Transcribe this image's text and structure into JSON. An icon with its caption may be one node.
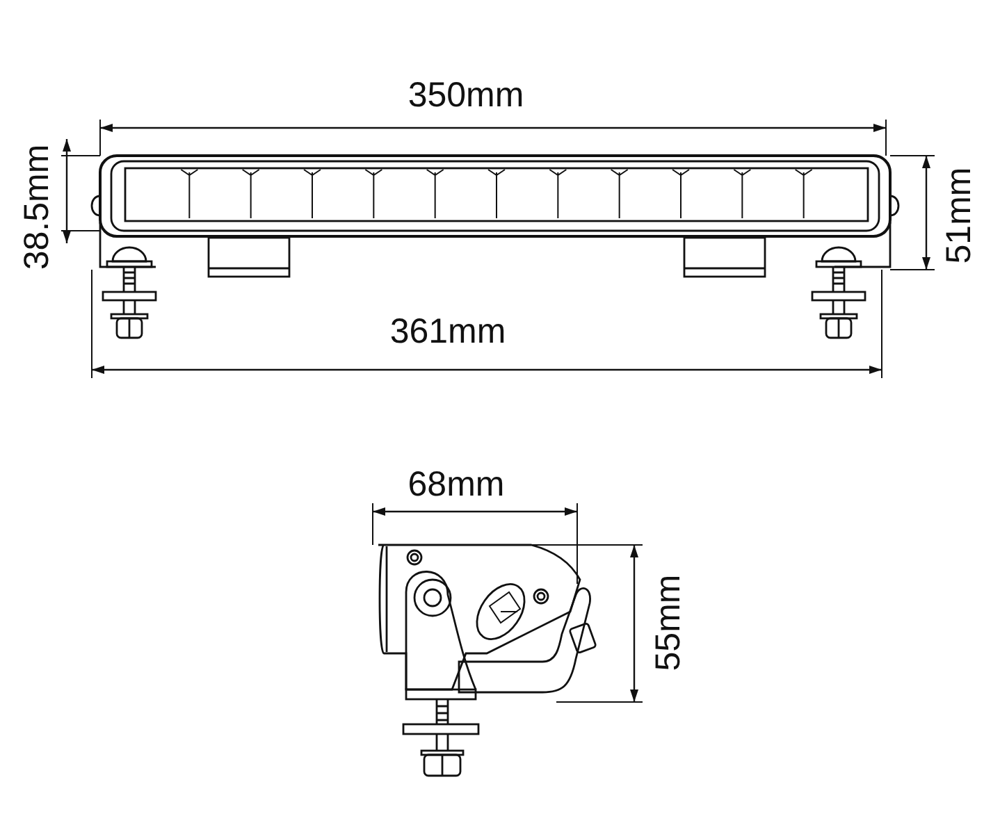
{
  "diagram": {
    "labels": [
      "350mm",
      "38.5mm",
      "51mm",
      "361mm",
      "68mm",
      "55mm"
    ]
  }
}
